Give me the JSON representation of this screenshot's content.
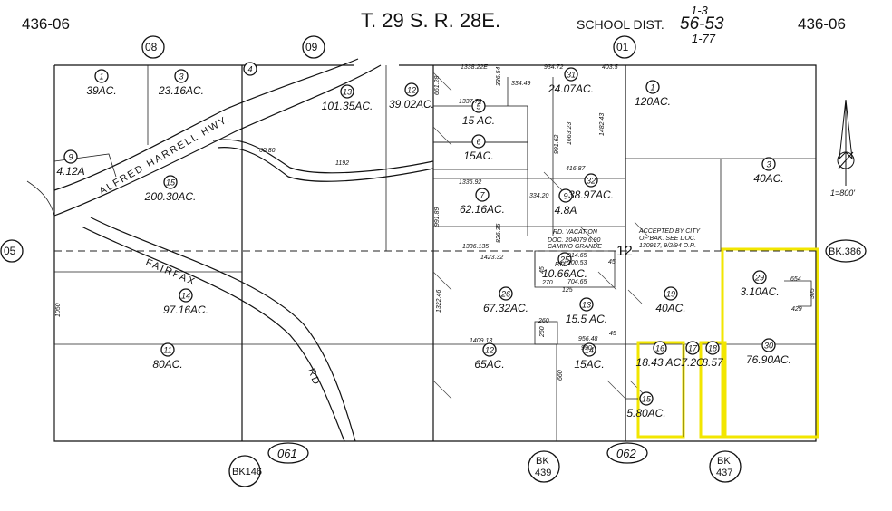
{
  "header": {
    "book_page_left": "436-06",
    "book_page_right": "436-06",
    "township_range": "T. 29 S.  R. 28E.",
    "school_dist_label": "SCHOOL DIST.",
    "school_dist_top": "1-3",
    "school_dist_main": "56-53",
    "school_dist_bottom": "1-77"
  },
  "block_numbers": [
    "08",
    "09",
    "01",
    "05",
    "061",
    "062"
  ],
  "book_refs": {
    "bk146": "BK146",
    "bk439": "BK\n439",
    "bk437": "BK\n437",
    "bk386": "BK.386"
  },
  "roads": {
    "alfred_harrell_hwy": "ALFRED  HARRELL  HWY.",
    "fairfax": "FAIRFAX",
    "rd": "RD",
    "camino_grande": "CAMINO GRANDE"
  },
  "parcels": [
    {
      "num": "1",
      "area": "39AC."
    },
    {
      "num": "3",
      "area": "23.16AC."
    },
    {
      "num": "4",
      "area": ""
    },
    {
      "num": "13",
      "area": "101.35AC."
    },
    {
      "num": "12",
      "area": "39.02AC."
    },
    {
      "num": "9",
      "area": "4.12A"
    },
    {
      "num": "15",
      "area": "200.30AC."
    },
    {
      "num": "14",
      "area": "97.16AC."
    },
    {
      "num": "11",
      "area": "80AC."
    },
    {
      "num": "5",
      "area": "15 AC."
    },
    {
      "num": "6",
      "area": "15AC."
    },
    {
      "num": "31",
      "area": "24.07AC."
    },
    {
      "num": "7",
      "area": "62.16AC."
    },
    {
      "num": "9",
      "area": "4.8A"
    },
    {
      "num": "32",
      "area": "38.97AC."
    },
    {
      "num": "25",
      "area": "10.66AC."
    },
    {
      "num": "26",
      "area": "67.32AC."
    },
    {
      "num": "13",
      "area": "15.5 AC."
    },
    {
      "num": "12",
      "area": "65AC."
    },
    {
      "num": "14",
      "area": "15AC."
    },
    {
      "num": "1",
      "area": "120AC."
    },
    {
      "num": "3",
      "area": "40AC."
    },
    {
      "num": "19",
      "area": "40AC."
    },
    {
      "num": "29",
      "area": "3.10AC."
    },
    {
      "num": "30",
      "area": "76.90AC."
    },
    {
      "num": "16",
      "area": "18.43 AC."
    },
    {
      "num": "17",
      "area": "7.2C"
    },
    {
      "num": "18",
      "area": "8.57"
    },
    {
      "num": "15",
      "area": "5.80AC."
    }
  ],
  "dimensions": [
    "1338.22E",
    "934.72",
    "403.5",
    "661.28",
    "336.54",
    "334.49",
    "1337.70",
    "1482.43",
    "991.62",
    "1663.23",
    "1336.92",
    "416.87",
    "334.20",
    "991.89",
    "826.35",
    "1336.135",
    "1423.32",
    "1322.46",
    "1409.13",
    "956.48",
    "990",
    "260",
    "260",
    "660",
    "1192",
    "60.80",
    "1050",
    "270",
    "125",
    "100.53",
    "704.65",
    "914.65",
    "654",
    "305",
    "429",
    "45",
    "45",
    "45"
  ],
  "notes": {
    "rd_vacation": "RD. VACATION\nDOC. 204079.6.90",
    "accepted_by_city": "ACCEPTED BY CITY\nOF BAK. SEE DOC.\n130917, 9/2/94 O.R.",
    "pm": "P.M."
  },
  "north_arrow": {
    "scale": "1=800'"
  },
  "highlight_color": "#f2e600",
  "lot_marker": "12"
}
